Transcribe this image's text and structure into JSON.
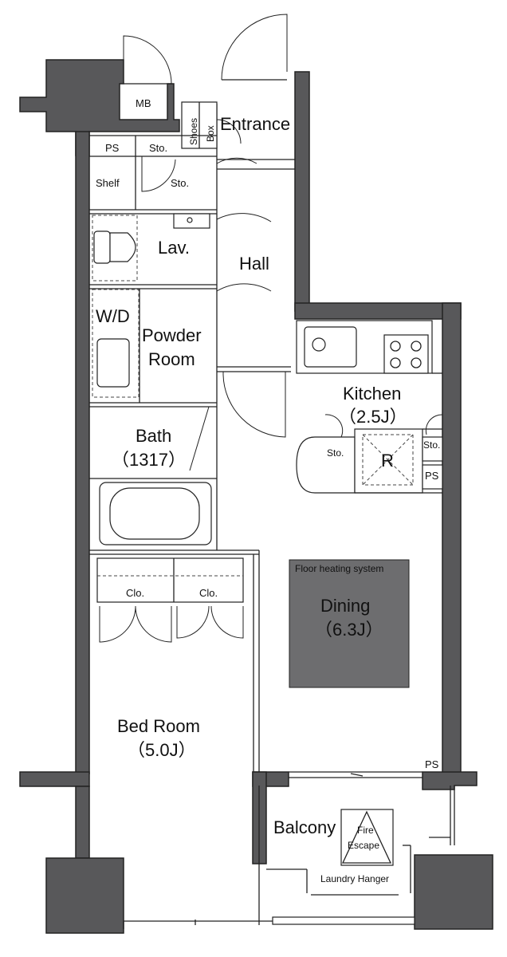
{
  "rooms": {
    "mb": "MB",
    "entrance": "Entrance",
    "shoes_box_1": "Shoes",
    "shoes_box_2": "Box",
    "ps_top": "PS",
    "sto_top": "Sto.",
    "shelf": "Shelf",
    "sto_shelf": "Sto.",
    "lav": "Lav.",
    "hall": "Hall",
    "wd": "W/D",
    "powder_1": "Powder",
    "powder_2": "Room",
    "bath_1": "Bath",
    "bath_2": "（1317）",
    "kitchen_1": "Kitchen",
    "kitchen_2": "（2.5J）",
    "sto_kitchen": "Sto.",
    "fridge": "R",
    "sto_right": "Sto.",
    "ps_kitchen": "PS",
    "floor_heating": "Floor heating system",
    "dining_1": "Dining",
    "dining_2": "（6.3J）",
    "clo_1": "Clo.",
    "clo_2": "Clo.",
    "bedroom_1": "Bed Room",
    "bedroom_2": "（5.0J）",
    "ps_balcony": "PS",
    "balcony": "Balcony",
    "fire_escape_1": "Fire",
    "fire_escape_2": "Escape",
    "laundry": "Laundry Hanger"
  },
  "colors": {
    "wall": "#58585a",
    "heating": "#6d6d6f",
    "background": "#ffffff"
  }
}
